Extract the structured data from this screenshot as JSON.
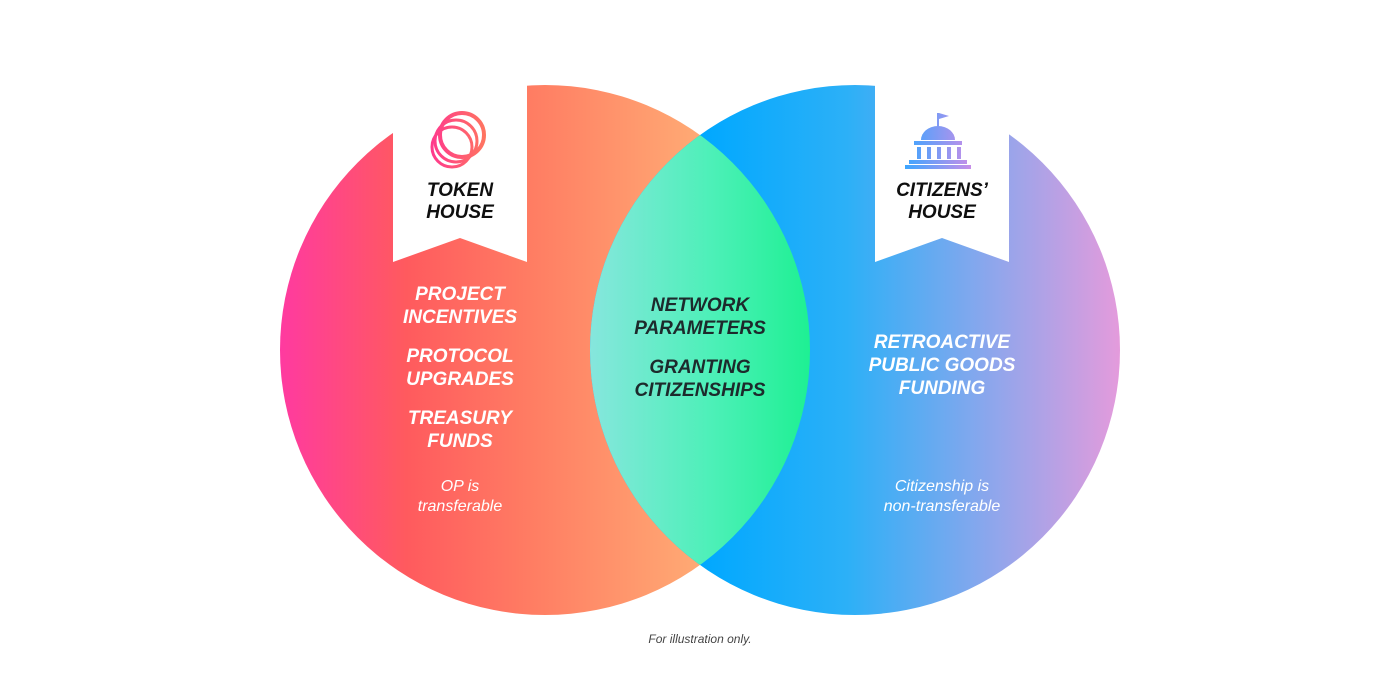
{
  "colors": {
    "token_gradient": [
      "#ff3aa0",
      "#ff5a5e",
      "#ff7d63",
      "#ffaa74"
    ],
    "citizens_gradient": [
      "#00a8ff",
      "#2cb0f7",
      "#8fa6ec",
      "#e49bdc"
    ],
    "overlap_gradient": [
      "#86e6dd",
      "#4df0b8",
      "#1ef093"
    ],
    "token_logo": [
      "#ff3a8c",
      "#ff7a5c"
    ],
    "citizens_logo": [
      "#3aa6ff",
      "#c98ee8"
    ]
  },
  "token_house": {
    "title_line1": "TOKEN",
    "title_line2": "HOUSE",
    "icon": "token-house-logo-icon",
    "items": [
      {
        "line1": "PROJECT",
        "line2": "INCENTIVES"
      },
      {
        "line1": "PROTOCOL",
        "line2": "UPGRADES"
      },
      {
        "line1": "TREASURY",
        "line2": "FUNDS"
      }
    ],
    "note_line1": "OP is",
    "note_line2": "transferable"
  },
  "shared": {
    "items": [
      {
        "line1": "NETWORK",
        "line2": "PARAMETERS"
      },
      {
        "line1": "GRANTING",
        "line2": "CITIZENSHIPS"
      }
    ]
  },
  "citizens_house": {
    "title_line1": "CITIZENS’",
    "title_line2": "HOUSE",
    "icon": "capitol-building-icon",
    "items": [
      {
        "line1": "RETROACTIVE",
        "line2": "PUBLIC GOODS",
        "line3": "FUNDING"
      }
    ],
    "note_line1": "Citizenship is",
    "note_line2": "non-transferable"
  },
  "caption": "For illustration only."
}
